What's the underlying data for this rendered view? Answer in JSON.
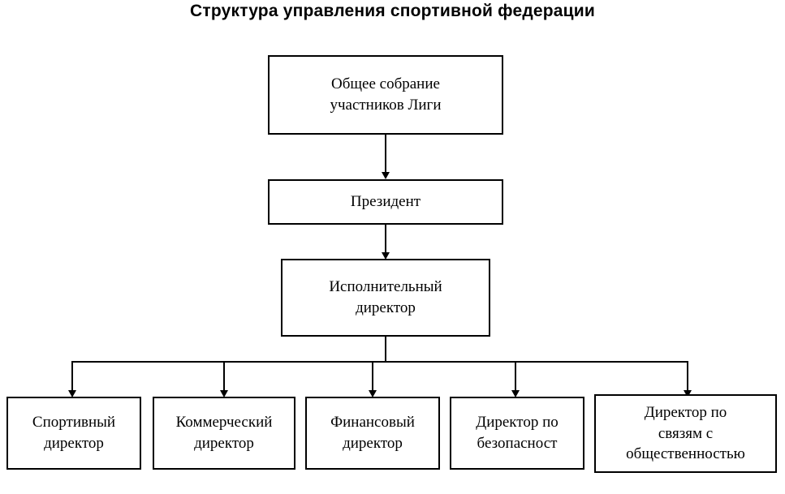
{
  "title": "Структура управления спортивной федерации",
  "diagram": {
    "type": "org-chart",
    "nodes": [
      {
        "id": "general-assembly",
        "label": "Общее собрание\nучастников Лиги",
        "level": 0
      },
      {
        "id": "president",
        "label": "Президент",
        "level": 1
      },
      {
        "id": "executive-director",
        "label": "Исполнительный\nдиректор",
        "level": 2
      },
      {
        "id": "sports-director",
        "label": "Спортивный\nдиректор",
        "level": 3
      },
      {
        "id": "commercial-director",
        "label": "Коммерческий\nдиректор",
        "level": 3
      },
      {
        "id": "financial-director",
        "label": "Финансовый\nдиректор",
        "level": 3
      },
      {
        "id": "security-director",
        "label": "Директор по\nбезопасност",
        "level": 3
      },
      {
        "id": "pr-director",
        "label": "Директор по\nсвязям с\nобщественностью",
        "level": 3
      }
    ],
    "edges": [
      {
        "from": "general-assembly",
        "to": "president"
      },
      {
        "from": "president",
        "to": "executive-director"
      },
      {
        "from": "executive-director",
        "to": "sports-director"
      },
      {
        "from": "executive-director",
        "to": "commercial-director"
      },
      {
        "from": "executive-director",
        "to": "financial-director"
      },
      {
        "from": "executive-director",
        "to": "security-director"
      },
      {
        "from": "executive-director",
        "to": "pr-director"
      }
    ],
    "colors": {
      "line": "#000000",
      "box_border": "#000000",
      "box_fill": "#ffffff",
      "text": "#000000"
    }
  }
}
